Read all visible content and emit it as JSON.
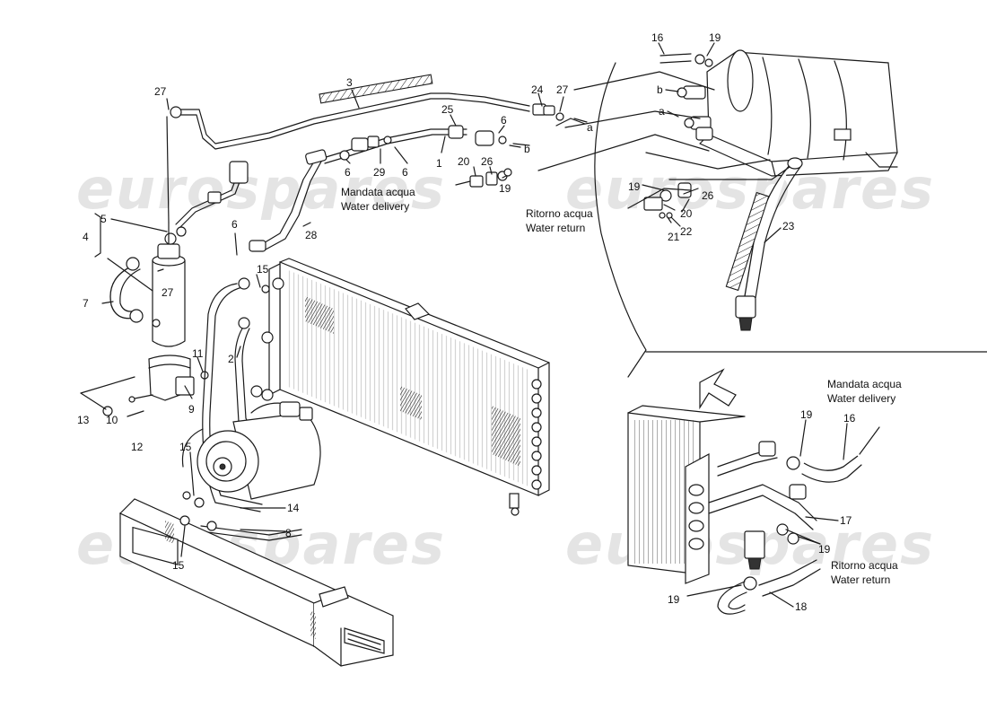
{
  "watermark": {
    "text": "eurospares"
  },
  "captions": {
    "water_delivery_top_it": "Mandata acqua",
    "water_delivery_top_en": "Water delivery",
    "water_return_top_it": "Ritorno acqua",
    "water_return_top_en": "Water return",
    "water_delivery_right_it": "Mandata acqua",
    "water_delivery_right_en": "Water delivery",
    "water_return_right_it": "Ritorno acqua",
    "water_return_right_en": "Water return"
  },
  "connector_labels": {
    "a_top": "a",
    "b_top": "b",
    "a_heater": "a",
    "b_heater": "b"
  },
  "part_labels": {
    "p1": "1",
    "p2": "2",
    "p3": "3",
    "p4": "4",
    "p5": "5",
    "p6a": "6",
    "p6b": "6",
    "p6c": "6",
    "p6d": "6",
    "p7": "7",
    "p8": "8",
    "p9": "9",
    "p10": "10",
    "p11": "11",
    "p12": "12",
    "p13": "13",
    "p14": "14",
    "p15a": "15",
    "p15b": "15",
    "p15c": "15",
    "p16a": "16",
    "p16b": "16",
    "p17": "17",
    "p18": "18",
    "p19a": "19",
    "p19b": "19",
    "p19c": "19",
    "p19d": "19",
    "p19e": "19",
    "p19f": "19",
    "p20a": "20",
    "p20b": "20",
    "p21": "21",
    "p22": "22",
    "p23": "23",
    "p24": "24",
    "p25": "25",
    "p26a": "26",
    "p26b": "26",
    "p27a": "27",
    "p27b": "27",
    "p27c": "27",
    "p28": "28",
    "p29": "29"
  }
}
